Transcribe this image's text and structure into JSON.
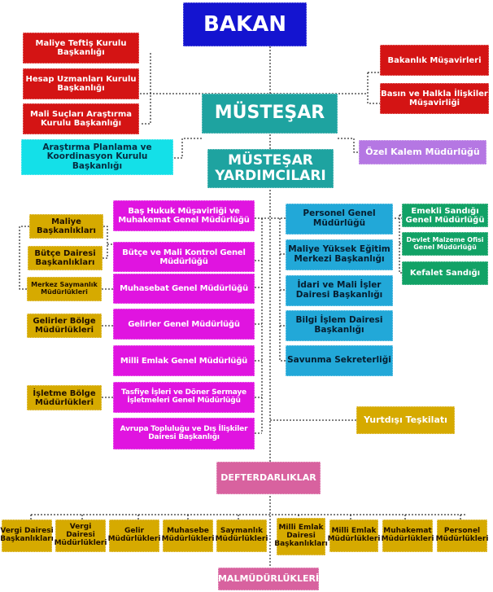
{
  "top": {
    "bakan": "BAKAN",
    "mustesar": "MÜSTEŞAR",
    "mustesar_yard": "MÜSTEŞAR YARDIMCILARI"
  },
  "left_red": [
    "Maliye Teftiş Kurulu Başkanlığı",
    "Hesap Uzmanları Kurulu Başkanlığı",
    "Mali Suçları Araştırma Kurulu Başkanlığı"
  ],
  "right_red": [
    "Bakanlık Müşavirleri",
    "Basın ve Halkla İlişkiler Müşavirliği"
  ],
  "arastirma": "Araştırma Planlama ve Koordinasyon Kurulu Başkanlığı",
  "ozel_kalem": "Özel Kalem Müdürlüğü",
  "magenta": [
    "Baş Hukuk Müşavirliği ve Muhakemat Genel Müdürlüğü",
    "Bütçe ve Mali Kontrol Genel Müdürlüğü",
    "Muhasebat Genel Müdürlüğü",
    "Gelirler Genel Müdürlüğü",
    "Milli Emlak Genel Müdürlüğü",
    "Tasfiye İşleri ve Döner Sermaye İşletmeleri Genel Müdürlüğü",
    "Avrupa Topluluğu ve Dış İlişkiler Dairesi Başkanlığı"
  ],
  "gold_left": [
    "Maliye Başkanlıkları",
    "Bütçe Dairesi Başkanlıkları",
    "Merkez Saymanlık Müdürlükleri",
    "Gelirler Bölge Müdürlükleri",
    "İşletme Bölge Müdürlükleri"
  ],
  "blue": [
    "Personel Genel Müdürlüğü",
    "Maliye Yüksek Eğitim Merkezi Başkanlığı",
    "İdari ve Mali İşler Dairesi Başkanlığı",
    "Bilgi İşlem Dairesi Başkanlığı",
    "Savunma Sekreterliği"
  ],
  "green": [
    "Emekli Sandığı Genel Müdürlüğü",
    "Devlet Malzeme Ofisi Genel Müdürlüğü",
    "Kefalet Sandığı"
  ],
  "yurtdisi": "Yurtdışı Teşkilatı",
  "defterdarliklar": "DEFTERDARLIKLAR",
  "bottom": [
    "Vergi Dairesi Başkanlıkları",
    "Vergi Dairesi Müdürlükleri",
    "Gelir Müdürlükleri",
    "Muhasebe Müdürlükleri",
    "Saymanlık Müdürlükleri",
    "Milli Emlak Dairesi Başkanlıkları",
    "Milli Emlak Müdürlükleri",
    "Muhakemat Müdürlükleri",
    "Personel Müdürlükleri"
  ],
  "malmudurlukleri": "MALMÜDÜRLÜKLERİ"
}
